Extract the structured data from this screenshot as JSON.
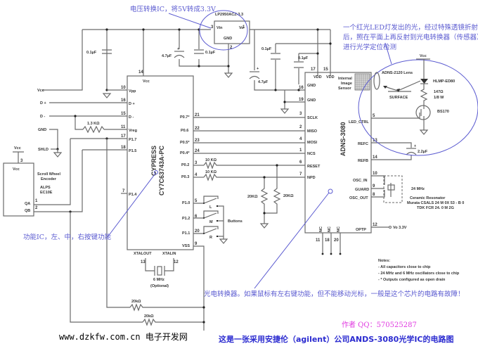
{
  "annotations": {
    "regulator_note": "电压转换IC，将5V转成3.3V",
    "led_note_line1": "一个红光LED灯发出的光，经过特殊透镜折射",
    "led_note_line2": "后，照在平面上再反射到光电转换器（传感器）",
    "led_note_line3": "进行光学定位检测",
    "cypress_note": "功能IC，左、中，右按键功能",
    "sensor_note": "光电转换器。如果鼠标有左右键功能，但不能移动光标，一般是这个芯片的电路有故障！",
    "author": "作者 QQ：570525287",
    "title": "这是一张采用安捷伦（agilent）公司ANDS-3080光学IC的电路图",
    "website": "www.dzkfw.com.cn 电子开发网"
  },
  "regulator": {
    "part": "LP2950ACZ-3.3",
    "vin": "Vin",
    "vo": "Vo",
    "gnd": "GND",
    "pin_vin": "3",
    "pin_vo": "1",
    "pin_gnd": "2"
  },
  "capacitors": {
    "c1": "0.1µF",
    "c2": "4.7µF",
    "c3": "0.1µF",
    "c4": "4.7µF",
    "c5": "0.1µF",
    "c6": "0.1µF",
    "c7": "2.2µF"
  },
  "cypress": {
    "name": "CYPRESS",
    "part": "CY7C63743A-PC",
    "vcc": "Vcc",
    "vcc_pin": "14",
    "left_pins": [
      {
        "num": "10",
        "label": "Vpp"
      },
      {
        "num": "16",
        "label": "D +"
      },
      {
        "num": "15",
        "label": "D -"
      },
      {
        "num": "11",
        "label": "Vreg"
      },
      {
        "num": "17",
        "label": "P1.7"
      },
      {
        "num": "18",
        "label": "P1.5"
      },
      {
        "num": "7",
        "label": "P1.4"
      }
    ],
    "right_pins": [
      {
        "num": "21",
        "label": "P0.7*"
      },
      {
        "num": "22",
        "label": "P0.6"
      },
      {
        "num": "23",
        "label": "P0.5*"
      },
      {
        "num": "24",
        "label": "P0.4*"
      },
      {
        "num": "3",
        "label": "P0.2"
      },
      {
        "num": "4",
        "label": "P0.3"
      },
      {
        "num": "5",
        "label": "P1.0"
      },
      {
        "num": "6",
        "label": "P1.2"
      },
      {
        "num": "20",
        "label": "P1.1"
      },
      {
        "num": "9",
        "label": "VSS"
      }
    ],
    "xtalout": "XTALOUT",
    "xtalout_pin": "13",
    "xtalin": "XTALIN",
    "xtalin_pin": "12",
    "crystal": "6 MHz",
    "crystal_note": "(Optional)"
  },
  "left_nets": {
    "vcc": "Vcc",
    "dplus": "D +",
    "dminus": "D -",
    "gnd": "GND",
    "shld": "SHLD",
    "r_vreg": "1.3 KΩ"
  },
  "encoder": {
    "vcc_top": "Vcc",
    "pin3": "3",
    "vcc": "Vcc",
    "name1": "Scroll Wheel",
    "name2": "Encoder",
    "maker": "ALPS",
    "part": "EC10E",
    "qa": "QA",
    "qb": "QB",
    "pin1": "1",
    "pin2": "2"
  },
  "resistors": {
    "r_p02": "10 KΩ",
    "r_p03": "10 KΩ",
    "r_pd1": "20KΩ",
    "r_pd2": "20KΩ",
    "r_b1": "20kΩ",
    "r_b2": "20kΩ"
  },
  "buttons": {
    "label": "Buttons",
    "left": "L",
    "middle": "M",
    "right": "R"
  },
  "adns": {
    "part": "ADNS-3080",
    "sensor_label1": "Internal",
    "sensor_label2": "Image",
    "sensor_label3": "Sensor",
    "top_pins": [
      {
        "num": "17",
        "label": "VDD"
      },
      {
        "num": "15",
        "label": "VDD"
      }
    ],
    "left_pins": [
      {
        "num": "16",
        "label": "GND"
      },
      {
        "num": "19",
        "label": "GND"
      },
      {
        "num": "3",
        "label": "SCLK"
      },
      {
        "num": "2",
        "label": "MISO"
      },
      {
        "num": "4",
        "label": "MOSI"
      },
      {
        "num": "1",
        "label": "NCS"
      },
      {
        "num": "6",
        "label": "RESET"
      },
      {
        "num": "7",
        "label": "NPD"
      }
    ],
    "right_pins": [
      {
        "num": "5",
        "label": "LED_CTRL"
      },
      {
        "num": "13",
        "label": "REFC"
      },
      {
        "num": "14",
        "label": "REFB"
      },
      {
        "num": "10",
        "label": "OSC_IN"
      },
      {
        "num": "9",
        "label": "GUARD"
      },
      {
        "num": "8",
        "label": "OSC_OUT"
      },
      {
        "num": "12",
        "label": "OPTP"
      }
    ],
    "bottom_pins": [
      {
        "num": "11",
        "label": "NC"
      },
      {
        "num": "18",
        "label": "NC"
      },
      {
        "num": "20",
        "label": "NC"
      }
    ],
    "optp_net": "Vo 3.3V"
  },
  "led_circuit": {
    "vcc": "Vcc",
    "lens": "ADNS-2120 Lens",
    "led": "HLMP-ED80",
    "resistor": "147Ω",
    "power": "1/8 W",
    "fet": "BS170",
    "surface": "SURFACE"
  },
  "resonator": {
    "freq": "24 MHz",
    "type": "Ceramic Resonator",
    "part1": "Murata CSALS 24 M 0X 53 - B 0",
    "part2": "TDK FCR 24. 0 M 2G"
  },
  "notes": {
    "title": "Notes:",
    "items": [
      "- All capacitors close to chip",
      "- 24 MHz and 6 MHz oscillators close to chip",
      "- * Outputs configured as open drain"
    ]
  }
}
